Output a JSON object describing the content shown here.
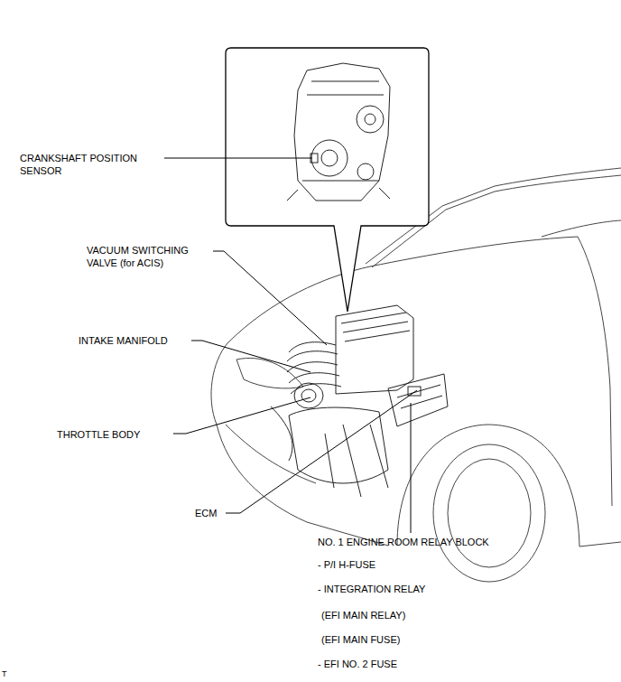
{
  "diagram": {
    "labels": [
      "CRANKSHAFT POSITION SENSOR",
      "VACUUM SWITCHING VALVE (for ACIS)",
      "INTAKE MANIFOLD",
      "THROTTLE BODY",
      "ECM",
      "NO. 1 ENGINE ROOM RELAY BLOCK",
      "- P/I H-FUSE",
      "- INTEGRATION RELAY",
      "(EFI MAIN RELAY)",
      "(EFI MAIN FUSE)",
      "- EFI NO. 2 FUSE",
      "T"
    ]
  }
}
